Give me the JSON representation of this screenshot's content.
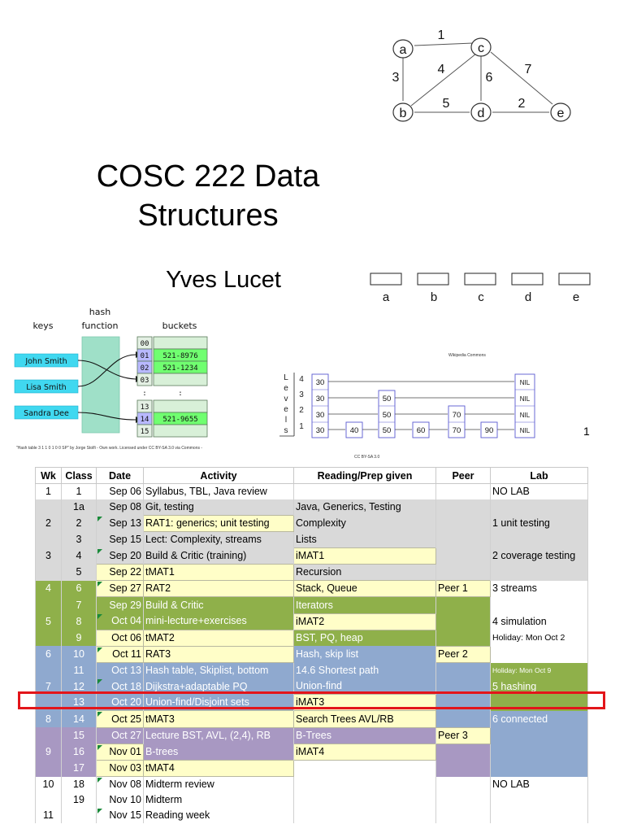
{
  "title": {
    "line1": "COSC 222 Data",
    "line2": "Structures"
  },
  "author": "Yves Lucet",
  "slide_number": "1",
  "graph": {
    "nodes": [
      "a",
      "b",
      "c",
      "d",
      "e"
    ],
    "edges": [
      {
        "from": "a",
        "to": "c",
        "label": "1"
      },
      {
        "from": "a",
        "to": "b",
        "label": "3"
      },
      {
        "from": "b",
        "to": "c",
        "label": "4"
      },
      {
        "from": "c",
        "to": "d",
        "label": "6"
      },
      {
        "from": "c",
        "to": "e",
        "label": "7"
      },
      {
        "from": "b",
        "to": "d",
        "label": "5"
      },
      {
        "from": "d",
        "to": "e",
        "label": "2"
      }
    ]
  },
  "union_find_labels": [
    "a",
    "b",
    "c",
    "d",
    "e"
  ],
  "hash_table": {
    "headers": {
      "keys": "keys",
      "hash_function_1": "hash",
      "hash_function_2": "function",
      "buckets": "buckets"
    },
    "keys": [
      "John Smith",
      "Lisa Smith",
      "Sandra Dee"
    ],
    "bucket_indices": [
      "00",
      "01",
      "02",
      "03",
      ":",
      "13",
      "14",
      "15"
    ],
    "bucket_values": [
      "",
      "521-8976",
      "521-1234",
      "",
      ":",
      "",
      "521-9655",
      ""
    ],
    "credit": "\"Hash table 3 1 1 0 1 0 0 SP\" by Jorge Stolfi - Own work. Licensed under CC BY-SA 3.0 via Commons -"
  },
  "skip_list": {
    "side_label": [
      "L",
      "e",
      "v",
      "e",
      "l",
      "s"
    ],
    "levels": [
      "4",
      "3",
      "2",
      "1"
    ],
    "head": "30",
    "nil": "NIL",
    "level_nodes": [
      [
        "30"
      ],
      [
        "30",
        "50"
      ],
      [
        "30",
        "50",
        "70"
      ],
      [
        "30",
        "40",
        "50",
        "60",
        "70",
        "90"
      ]
    ],
    "credit_top": "Wikipedia Commons",
    "credit_bottom": "CC BY-SA 3.0"
  },
  "schedule": {
    "headers": [
      "Wk",
      "Class",
      "Date",
      "Activity",
      "Reading/Prep given",
      "Peer",
      "Lab"
    ],
    "colors": {
      "grey": "#d9d9d9",
      "green": "#8fb04a",
      "blue": "#8fa9cf",
      "purple": "#a898c2",
      "yellow": "#fffec8",
      "highlight": "#e3151a"
    },
    "rows": [
      {
        "wk": "1",
        "cls": "1",
        "date": "Sep 06",
        "activity": "Syllabus, TBL, Java review",
        "reading": "",
        "peer": "",
        "lab": "NO LAB",
        "band": "white"
      },
      {
        "wk": "",
        "cls": "1a",
        "date": "Sep 08",
        "activity": "Git, testing",
        "reading": "Java, Generics, Testing",
        "peer": "",
        "lab": "",
        "band": "grey"
      },
      {
        "wk": "2",
        "cls": "2",
        "date": "Sep 13",
        "activity": "RAT1: generics; unit testing",
        "reading": "Complexity",
        "peer": "",
        "lab": "1 unit testing",
        "band": "grey"
      },
      {
        "wk": "",
        "cls": "3",
        "date": "Sep 15",
        "activity": "Lect: Complexity, streams",
        "reading": "Lists",
        "peer": "",
        "lab": "",
        "band": "grey"
      },
      {
        "wk": "3",
        "cls": "4",
        "date": "Sep 20",
        "activity": "Build & Critic (training)",
        "reading": "iMAT1",
        "peer": "",
        "lab": "2 coverage testing",
        "band": "grey"
      },
      {
        "wk": "",
        "cls": "5",
        "date": "Sep 22",
        "activity": "tMAT1",
        "reading": "Recursion",
        "peer": "",
        "lab": "",
        "band": "grey"
      },
      {
        "wk": "4",
        "cls": "6",
        "date": "Sep 27",
        "activity": "RAT2",
        "reading": "Stack, Queue",
        "peer": "Peer 1",
        "lab": "3 streams",
        "band": "green"
      },
      {
        "wk": "",
        "cls": "7",
        "date": "Sep 29",
        "activity": "Build & Critic",
        "reading": "Iterators",
        "peer": "",
        "lab": "",
        "band": "green"
      },
      {
        "wk": "5",
        "cls": "8",
        "date": "Oct 04",
        "activity": "mini-lecture+exercises",
        "reading": "iMAT2",
        "peer": "",
        "lab": "4 simulation",
        "band": "green"
      },
      {
        "wk": "",
        "cls": "9",
        "date": "Oct 06",
        "activity": "tMAT2",
        "reading": "BST, PQ, heap",
        "peer": "",
        "lab": "Holiday: Mon Oct 2",
        "band": "green"
      },
      {
        "wk": "6",
        "cls": "10",
        "date": "Oct 11",
        "activity": "RAT3",
        "reading": "Hash, skip list",
        "peer": "Peer 2",
        "lab": "",
        "band": "blue"
      },
      {
        "wk": "",
        "cls": "11",
        "date": "Oct 13",
        "activity": "Hash table, Skiplist, bottom",
        "reading": "14.6 Shortest path",
        "peer": "",
        "lab": "Holiday: Mon Oct 9",
        "band": "blue"
      },
      {
        "wk": "7",
        "cls": "12",
        "date": "Oct 18",
        "activity": "Dijkstra+adaptable PQ",
        "reading": "Union-find",
        "peer": "",
        "lab": "5 hashing",
        "band": "blue"
      },
      {
        "wk": "",
        "cls": "13",
        "date": "Oct 20",
        "activity": "Union-find/Disjoint sets",
        "reading": "iMAT3",
        "peer": "",
        "lab": "",
        "band": "blue"
      },
      {
        "wk": "8",
        "cls": "14",
        "date": "Oct 25",
        "activity": "tMAT3",
        "reading": "Search Trees AVL/RB",
        "peer": "",
        "lab": "6 connected",
        "band": "blue"
      },
      {
        "wk": "",
        "cls": "15",
        "date": "Oct 27",
        "activity": "Lecture BST, AVL, (2,4), RB",
        "reading": "B-Trees",
        "peer": "Peer 3",
        "lab": "",
        "band": "purple"
      },
      {
        "wk": "9",
        "cls": "16",
        "date": "Nov 01",
        "activity": "B-trees",
        "reading": "iMAT4",
        "peer": "",
        "lab": "",
        "band": "purple"
      },
      {
        "wk": "",
        "cls": "17",
        "date": "Nov 03",
        "activity": "tMAT4",
        "reading": "",
        "peer": "",
        "lab": "",
        "band": "purple"
      },
      {
        "wk": "10",
        "cls": "18",
        "date": "Nov 08",
        "activity": "Midterm review",
        "reading": "",
        "peer": "",
        "lab": "NO LAB",
        "band": "white"
      },
      {
        "wk": "",
        "cls": "19",
        "date": "Nov 10",
        "activity": "Midterm",
        "reading": "",
        "peer": "",
        "lab": "",
        "band": "white"
      },
      {
        "wk": "11",
        "cls": "",
        "date": "Nov 15",
        "activity": "Reading week",
        "reading": "",
        "peer": "",
        "lab": "",
        "band": "white"
      }
    ]
  }
}
